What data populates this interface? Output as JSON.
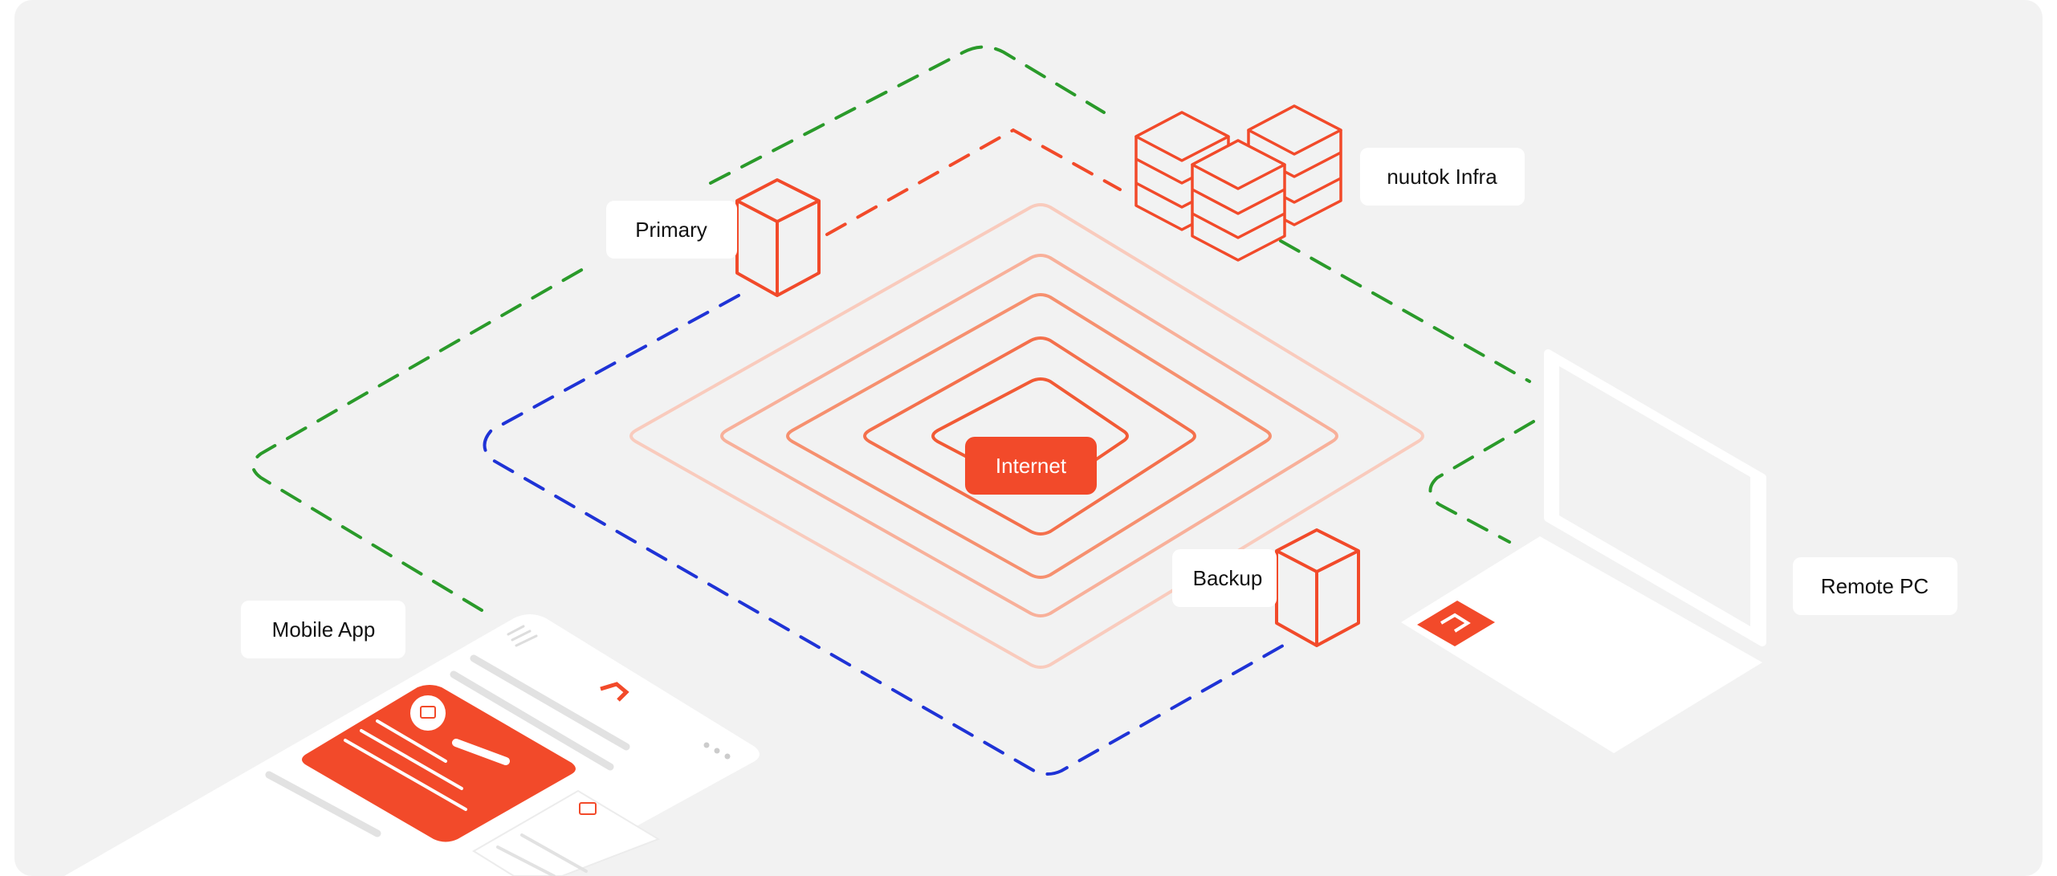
{
  "labels": {
    "primary": "Primary",
    "infra": "nuutok Infra",
    "internet": "Internet",
    "backup": "Backup",
    "mobile_app": "Mobile App",
    "remote_pc": "Remote PC"
  },
  "colors": {
    "brand": "#f24a2a",
    "green_path": "#2a9a2a",
    "blue_path": "#1f33d6",
    "background": "#f2f2f2",
    "label_box": "#ffffff",
    "ring_1": "#f25a35",
    "ring_2": "#f4704c",
    "ring_3": "#f6906f",
    "ring_4": "#f8b09a",
    "ring_5": "#f9cbbd"
  },
  "icons": {
    "primary": "server-icon",
    "infra": "server-cluster-icon",
    "backup": "server-icon",
    "mobile_app": "smartphone-icon",
    "remote_pc": "laptop-icon"
  }
}
